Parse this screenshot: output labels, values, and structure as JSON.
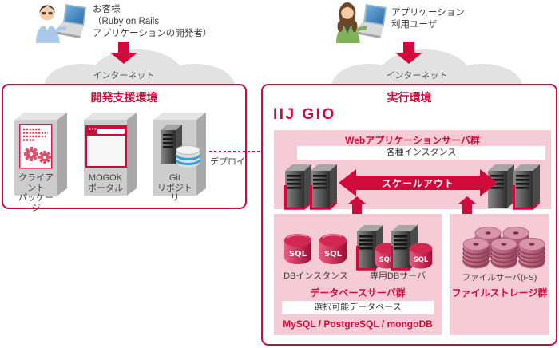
{
  "colors": {
    "accent_red": "#d20a3c",
    "panel_pink": "#f5ccd6",
    "cloud_gray": "#e2e2e2"
  },
  "actors": {
    "developer": {
      "icon": "developer-with-laptop-icon",
      "lines": [
        "お客様",
        "（Ruby on Rails",
        "アプリケーションの開発者）"
      ]
    },
    "end_user": {
      "icon": "user-with-laptop-icon",
      "lines": [
        "アプリケーション",
        "利用ユーザ"
      ]
    }
  },
  "internet": {
    "left_label": "インターネット",
    "right_label": "インターネット"
  },
  "dev_env": {
    "title": "開発支援環境",
    "items": [
      {
        "icon": "client-package-icon",
        "line1": "クライアント",
        "line2": "パッケージ"
      },
      {
        "icon": "mogok-portal-icon",
        "line1": "MOGOK",
        "line2": "ポータル"
      },
      {
        "icon": "git-repository-icon",
        "line1": "Git",
        "line2": "リポジトリ"
      }
    ]
  },
  "deploy": {
    "label": "デプロイ"
  },
  "exec_env": {
    "title": "実行環境",
    "logo": "IIJ GIO",
    "web_panel": {
      "title": "Webアプリケーションサーバ群",
      "instances_label": "各種インスタンス",
      "scaleout_label": "スケールアウト"
    },
    "db_panel": {
      "sql_text": "SQL",
      "instance_label": "DBインスタンス",
      "dedicated_label": "専用DBサーバ",
      "title": "データベースサーバ群",
      "selectable_label": "選択可能データベース",
      "engines_label": "MySQL / PostgreSQL / mongoDB"
    },
    "file_panel": {
      "server_label": "ファイルサーバ(FS)",
      "title": "ファイルストレージ群"
    }
  }
}
